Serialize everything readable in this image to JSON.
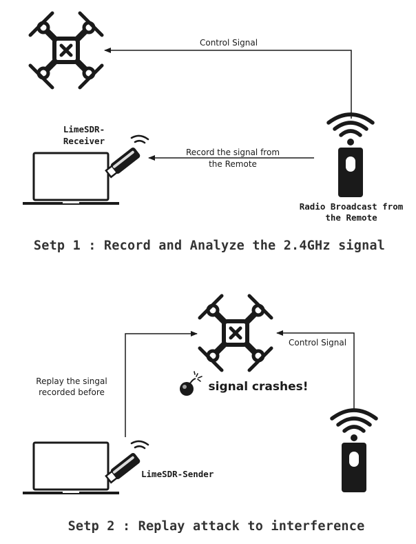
{
  "step1": {
    "control_signal_label": "Control Signal",
    "receiver_label_line1": "LimeSDR-",
    "receiver_label_line2": "Receiver",
    "record_label_line1": "Record the signal from",
    "record_label_line2": "the Remote",
    "remote_label_line1": "Radio Broadcast from",
    "remote_label_line2": "the Remote",
    "caption": "Setp 1 : Record and Analyze the 2.4GHz signal"
  },
  "step2": {
    "control_signal_label": "Control Signal",
    "replay_label_line1": "Replay the singal",
    "replay_label_line2": "recorded before",
    "crash_label": "signal crashes!",
    "sender_label": "LimeSDR-Sender",
    "caption": "Setp 2 : Replay attack to interference"
  },
  "icons": [
    "drone-icon",
    "laptop-icon",
    "usb-sdr-dongle-icon",
    "remote-control-icon",
    "wifi-signal-icon",
    "bomb-icon"
  ],
  "colors": {
    "ink": "#1a1a1a",
    "caption": "#333333",
    "background": "#ffffff"
  }
}
